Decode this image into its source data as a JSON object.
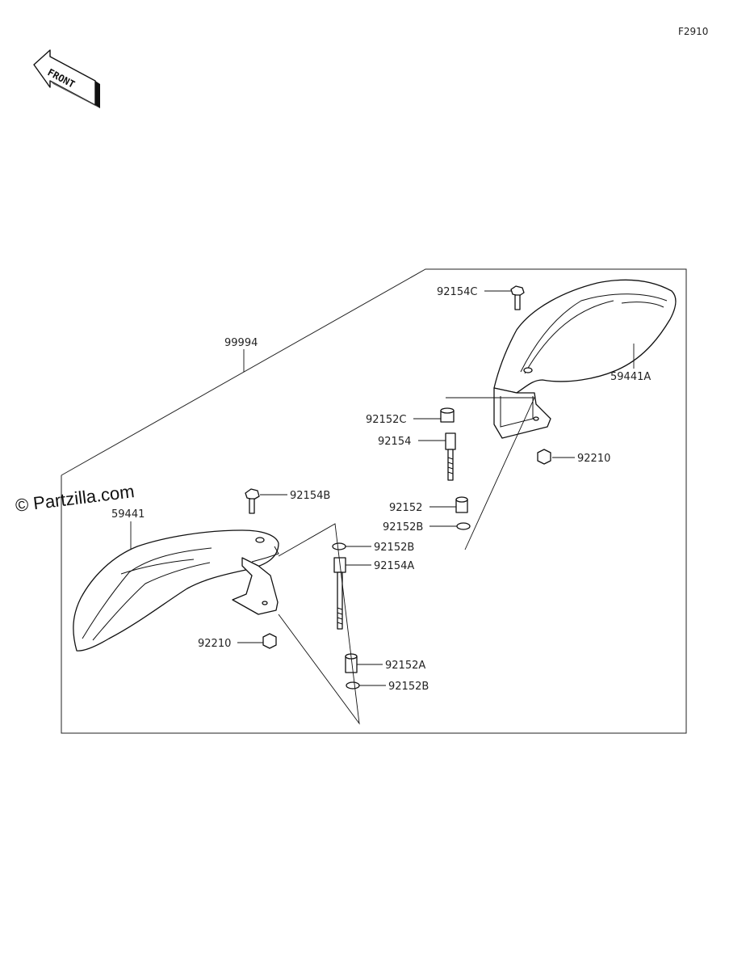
{
  "figure_code": "F2910",
  "front_arrow": {
    "text": "FRONT",
    "icon": "front-arrow-icon"
  },
  "watermark": "© Partzilla.com",
  "labels": {
    "kit": "99994",
    "right_guard": "59441A",
    "left_guard": "59441",
    "bolt_c": "92154C",
    "collar_c": "92152C",
    "bolt": "92154",
    "nut_right": "92210",
    "collar": "92152",
    "washer_b_upper": "92152B",
    "bolt_b": "92154B",
    "washer_b_mid": "92152B",
    "bolt_a": "92154A",
    "nut_left": "92210",
    "collar_a": "92152A",
    "washer_b_lower": "92152B"
  }
}
